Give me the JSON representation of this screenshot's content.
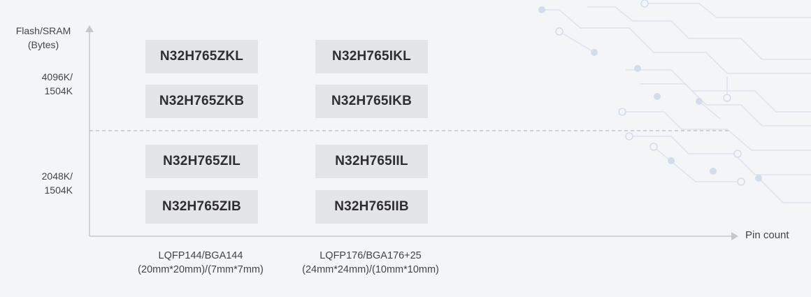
{
  "y_axis": {
    "title_line1": "Flash/SRAM",
    "title_line2": "(Bytes)",
    "ticks": [
      {
        "line1": "4096K/",
        "line2": "1504K"
      },
      {
        "line1": "2048K/",
        "line2": "1504K"
      }
    ]
  },
  "x_axis": {
    "title": "Pin count",
    "categories": [
      {
        "line1": "LQFP144/BGA144",
        "line2": "(20mm*20mm)/(7mm*7mm)"
      },
      {
        "line1": "LQFP176/BGA176+25",
        "line2": "(24mm*24mm)/(10mm*10mm)"
      }
    ]
  },
  "parts": {
    "r1c1": "N32H765ZKL",
    "r1c2": "N32H765IKL",
    "r2c1": "N32H765ZKB",
    "r2c2": "N32H765IKB",
    "r3c1": "N32H765ZIL",
    "r3c2": "N32H765IIL",
    "r4c1": "N32H765ZIB",
    "r4c2": "N32H765IIB"
  },
  "colors": {
    "background": "#f4f5f7",
    "chip_fill": "#e4e5e8",
    "axis": "#c4c7cc",
    "circuit": "#dce3ee"
  }
}
